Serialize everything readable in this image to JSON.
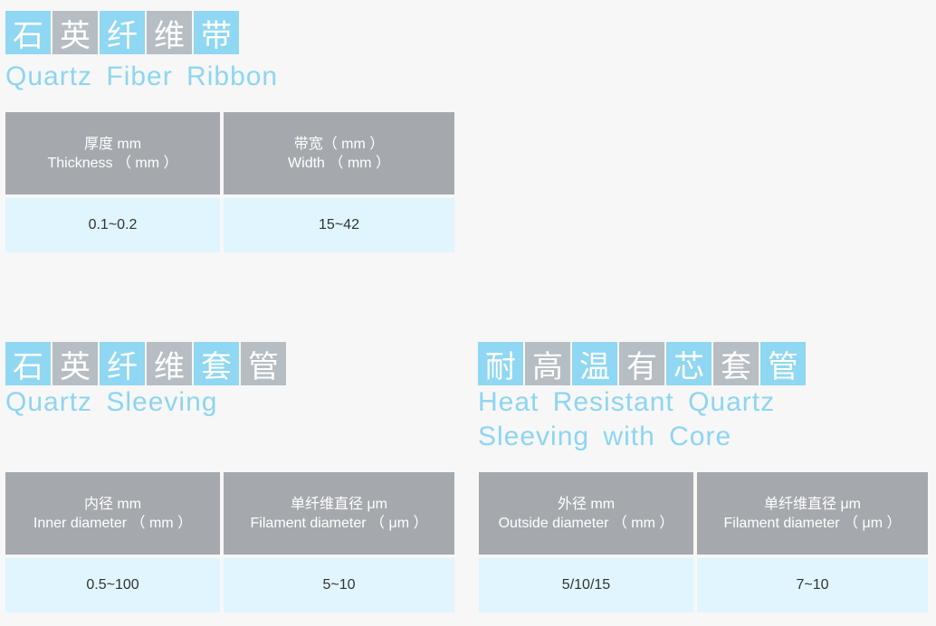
{
  "ribbon": {
    "title_chars": [
      "石",
      "英",
      "纤",
      "维",
      "带"
    ],
    "title_en": "Quartz Fiber Ribbon",
    "headers": [
      {
        "zh": "厚度 mm",
        "en": "Thickness （ mm ）"
      },
      {
        "zh": "带宽（ mm ）",
        "en": "Width （ mm ）"
      }
    ],
    "values": [
      "0.1~0.2",
      "15~42"
    ]
  },
  "sleeving": {
    "title_chars": [
      "石",
      "英",
      "纤",
      "维",
      "套",
      "管"
    ],
    "title_en": "Quartz Sleeving",
    "headers": [
      {
        "zh": "内径 mm",
        "en": "Inner diameter （ mm ）"
      },
      {
        "zh": "单纤维直径 μm",
        "en": "Filament diameter （ μm ）"
      }
    ],
    "values": [
      "0.5~100",
      "5~10"
    ]
  },
  "core": {
    "title_chars": [
      "耐",
      "高",
      "温",
      "有",
      "芯",
      "套",
      "管"
    ],
    "title_en_line1": "Heat Resistant Quartz",
    "title_en_line2": "Sleeving with Core",
    "headers": [
      {
        "zh": "外径 mm",
        "en": "Outside diameter （ mm ）"
      },
      {
        "zh": "单纤维直径 μm",
        "en": "Filament diameter （ μm ）"
      }
    ],
    "values": [
      "5/10/15",
      "7~10"
    ]
  },
  "colors": {
    "title_box_blue": "#8fd7f2",
    "title_box_grey": "#b6bdc3",
    "title_en": "#8dd5f2",
    "header_bg": "#a5a9ad",
    "cell_bg": "#e0f5fd"
  }
}
